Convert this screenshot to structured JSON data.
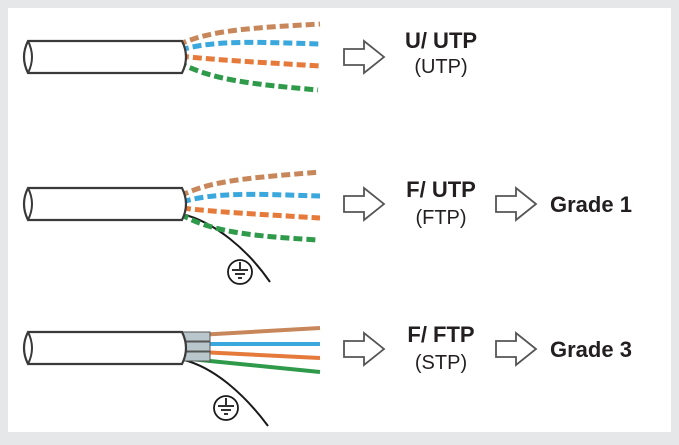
{
  "colors": {
    "background": "#e6e7e8",
    "panel": "#ffffff",
    "cable_outline": "#3a3a3a",
    "pair_brown": "#c8875a",
    "pair_blue": "#3aa7dd",
    "pair_orange": "#e57a3a",
    "pair_green": "#2e9a4a",
    "foil": "#b9c6cc"
  },
  "rows": [
    {
      "id": "uutp",
      "type_label": "U/ UTP",
      "alias_label": "(UTP)",
      "grade_label": "",
      "shield": "none",
      "drain_wire": false,
      "ground_icon": ""
    },
    {
      "id": "futp",
      "type_label": "F/ UTP",
      "alias_label": "(FTP)",
      "grade_label": "Grade 1",
      "shield": "overall-foil",
      "drain_wire": true,
      "ground_icon": "ground-symbol-icon"
    },
    {
      "id": "fftp",
      "type_label": "F/ FTP",
      "alias_label": "(STP)",
      "grade_label": "Grade 3",
      "shield": "per-pair-foil",
      "drain_wire": true,
      "ground_icon": "ground-symbol-icon"
    }
  ],
  "arrow_icon": "hollow-right-arrow-icon"
}
